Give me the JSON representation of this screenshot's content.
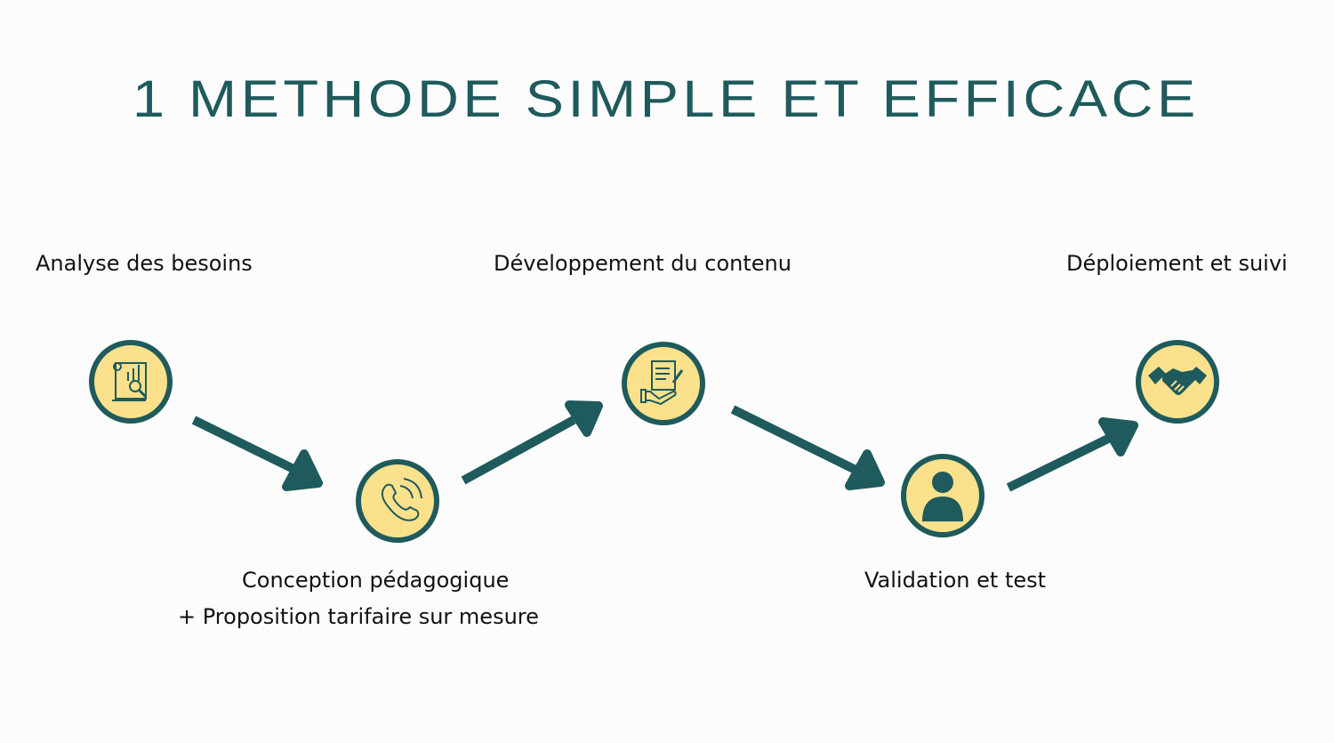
{
  "title": "1 METHODE  SIMPLE ET EFFICACE",
  "steps": [
    {
      "label": "Analyse des besoins",
      "icon": "document-analysis-icon"
    },
    {
      "label": "Conception pédagogique",
      "label2": "+ Proposition tarifaire sur mesure",
      "icon": "phone-icon"
    },
    {
      "label": "Développement du contenu",
      "icon": "document-hand-icon"
    },
    {
      "label": "Validation et test",
      "icon": "user-icon"
    },
    {
      "label": "Déploiement et suivi",
      "icon": "handshake-icon"
    }
  ],
  "colors": {
    "teal": "#1f5a5c",
    "yellow": "#fbe18c"
  }
}
